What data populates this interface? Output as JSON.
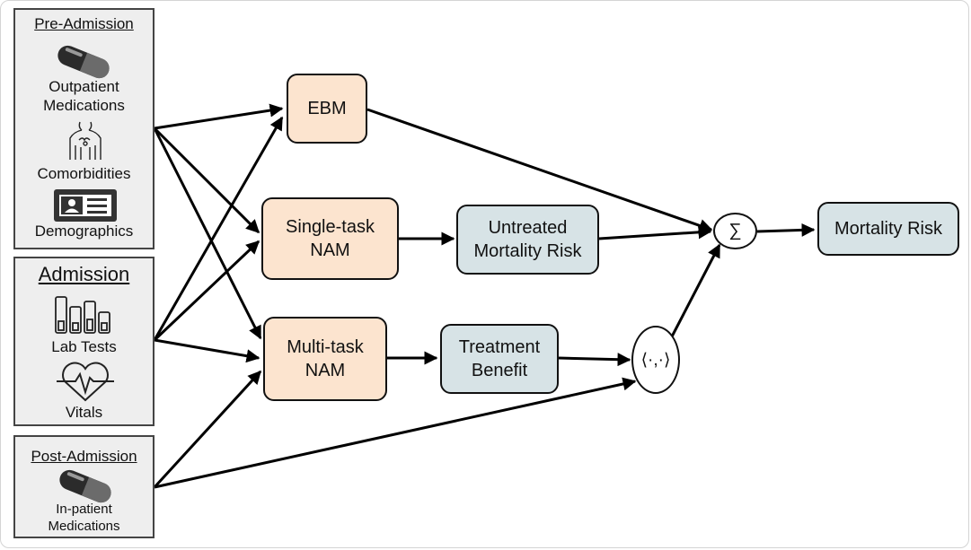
{
  "input_groups": {
    "pre_admission": {
      "title": "Pre-Admission",
      "items": [
        "Outpatient Medications",
        "Comorbidities",
        "Demographics"
      ],
      "icons": [
        "pill-icon",
        "body-scan-icon",
        "id-card-icon"
      ]
    },
    "admission": {
      "title": "Admission",
      "items": [
        "Lab Tests",
        "Vitals"
      ],
      "icons": [
        "test-tubes-icon",
        "heartbeat-icon"
      ]
    },
    "post_admission": {
      "title": "Post-Admission",
      "items": [
        "In-patient Medications"
      ],
      "icons": [
        "pill-icon"
      ]
    }
  },
  "models": {
    "ebm": "EBM",
    "single_task_nam": [
      "Single-task",
      "NAM"
    ],
    "multi_task_nam": [
      "Multi-task",
      "NAM"
    ]
  },
  "intermediate": {
    "untreated_risk": [
      "Untreated",
      "Mortality Risk"
    ],
    "treatment_benefit": [
      "Treatment",
      "Benefit"
    ]
  },
  "operators": {
    "sum": "∑",
    "inner_product": "⟨·,·⟩"
  },
  "output": {
    "mortality_risk": "Mortality Risk"
  },
  "colors": {
    "model_fill": "#fce4cf",
    "output_fill": "#d7e3e6",
    "group_fill": "#eeeeee",
    "edge": "#000000"
  },
  "edges": [
    [
      "Pre-Admission",
      "EBM"
    ],
    [
      "Pre-Admission",
      "Single-task NAM"
    ],
    [
      "Pre-Admission",
      "Multi-task NAM"
    ],
    [
      "Admission",
      "EBM"
    ],
    [
      "Admission",
      "Single-task NAM"
    ],
    [
      "Admission",
      "Multi-task NAM"
    ],
    [
      "Post-Admission",
      "Multi-task NAM"
    ],
    [
      "Post-Admission",
      "⟨·,·⟩"
    ],
    [
      "EBM",
      "∑"
    ],
    [
      "Single-task NAM",
      "Untreated Mortality Risk"
    ],
    [
      "Untreated Mortality Risk",
      "∑"
    ],
    [
      "Multi-task NAM",
      "Treatment Benefit"
    ],
    [
      "Treatment Benefit",
      "⟨·,·⟩"
    ],
    [
      "⟨·,·⟩",
      "∑"
    ],
    [
      "∑",
      "Mortality Risk"
    ]
  ]
}
